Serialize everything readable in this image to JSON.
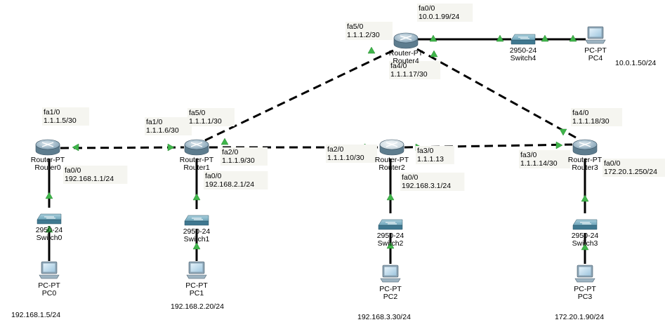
{
  "routers": [
    {
      "id": "Router0",
      "model": "Router-PT",
      "name": "Router0",
      "highlight": false
    },
    {
      "id": "Router1",
      "model": "Router-PT",
      "name": "Router1",
      "highlight": false
    },
    {
      "id": "Router2",
      "model": "Router-PT",
      "name": "Router2",
      "highlight": true
    },
    {
      "id": "Router3",
      "model": "Router-PT",
      "name": "Router3",
      "highlight": false
    },
    {
      "id": "Router4",
      "model": "Router-PT",
      "name": "Router4",
      "highlight": false
    }
  ],
  "switches": [
    {
      "id": "Switch0",
      "model": "2950-24",
      "name": "Switch0"
    },
    {
      "id": "Switch1",
      "model": "2950-24",
      "name": "Switch1"
    },
    {
      "id": "Switch2",
      "model": "2950-24",
      "name": "Switch2"
    },
    {
      "id": "Switch3",
      "model": "2950-24",
      "name": "Switch3"
    },
    {
      "id": "Switch4",
      "model": "2950-24",
      "name": "Switch4"
    }
  ],
  "pcs": [
    {
      "id": "PC0",
      "model": "PC-PT",
      "name": "PC0",
      "ip": "192.168.1.5/24"
    },
    {
      "id": "PC1",
      "model": "PC-PT",
      "name": "PC1",
      "ip": "192.168.2.20/24"
    },
    {
      "id": "PC2",
      "model": "PC-PT",
      "name": "PC2",
      "ip": "192.168.3.30/24"
    },
    {
      "id": "PC3",
      "model": "PC-PT",
      "name": "PC3",
      "ip": "172.20.1.90/24"
    },
    {
      "id": "PC4",
      "model": "PC-PT",
      "name": "PC4",
      "ip": "10.0.1.50/24"
    }
  ],
  "interfaces": [
    {
      "device": "Router0",
      "port": "fa1/0",
      "ip": "1.1.1.5/30"
    },
    {
      "device": "Router0",
      "port": "fa0/0",
      "ip": "192.168.1.1/24"
    },
    {
      "device": "Router1",
      "port": "fa1/0",
      "ip": "1.1.1.6/30"
    },
    {
      "device": "Router1",
      "port": "fa5/0",
      "ip": "1.1.1.1/30"
    },
    {
      "device": "Router1",
      "port": "fa2/0",
      "ip": "1.1.1.9/30"
    },
    {
      "device": "Router1",
      "port": "fa0/0",
      "ip": "192.168.2.1/24"
    },
    {
      "device": "Router2",
      "port": "fa2/0",
      "ip": "1.1.1.10/30"
    },
    {
      "device": "Router2",
      "port": "fa3/0",
      "ip": "1.1.1.13"
    },
    {
      "device": "Router2",
      "port": "fa0/0",
      "ip": "192.168.3.1/24"
    },
    {
      "device": "Router3",
      "port": "fa4/0",
      "ip": "1.1.1.18/30"
    },
    {
      "device": "Router3",
      "port": "fa3/0",
      "ip": "1.1.1.14/30"
    },
    {
      "device": "Router3",
      "port": "fa0/0",
      "ip": "172.20.1.250/24"
    },
    {
      "device": "Router4",
      "port": "fa0/0",
      "ip": "10.0.1.99/24"
    },
    {
      "device": "Router4",
      "port": "fa5/0",
      "ip": "1.1.1.2/30"
    },
    {
      "device": "Router4",
      "port": "fa4/0",
      "ip": "1.1.1.17/30"
    }
  ],
  "links": [
    {
      "from": "Router0",
      "to": "Router1",
      "type": "serial"
    },
    {
      "from": "Router1",
      "to": "Router2",
      "type": "serial"
    },
    {
      "from": "Router2",
      "to": "Router3",
      "type": "serial"
    },
    {
      "from": "Router1",
      "to": "Router4",
      "type": "serial"
    },
    {
      "from": "Router4",
      "to": "Router3",
      "type": "serial"
    },
    {
      "from": "Router4",
      "to": "Switch4",
      "type": "ethernet"
    },
    {
      "from": "Switch4",
      "to": "PC4",
      "type": "ethernet"
    },
    {
      "from": "Router0",
      "to": "Switch0",
      "type": "ethernet"
    },
    {
      "from": "Switch0",
      "to": "PC0",
      "type": "ethernet"
    },
    {
      "from": "Router1",
      "to": "Switch1",
      "type": "ethernet"
    },
    {
      "from": "Switch1",
      "to": "PC1",
      "type": "ethernet"
    },
    {
      "from": "Router2",
      "to": "Switch2",
      "type": "ethernet"
    },
    {
      "from": "Switch2",
      "to": "PC2",
      "type": "ethernet"
    },
    {
      "from": "Router3",
      "to": "Switch3",
      "type": "ethernet"
    },
    {
      "from": "Switch3",
      "to": "PC3",
      "type": "ethernet"
    }
  ],
  "colors": {
    "link": "#000000",
    "port_up": "#3fb54a",
    "router_body": "#7f9fb3",
    "router_highlight": "#c4d2da",
    "switch_body": "#5f98ad",
    "label_bg": "#f5f5f0"
  }
}
